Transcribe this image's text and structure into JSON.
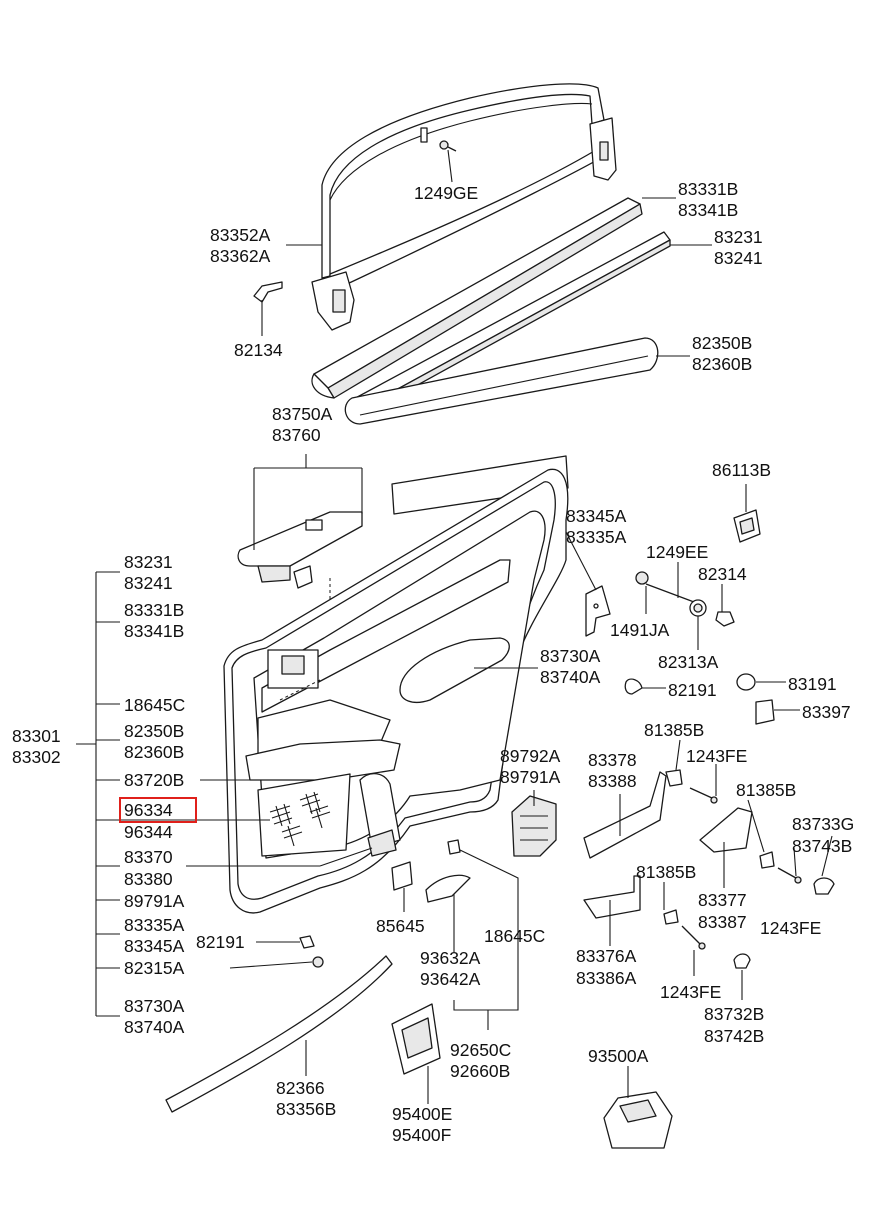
{
  "part_labels": [
    "1249GE",
    "83352A",
    "83362A",
    "83331B",
    "83341B",
    "83231",
    "83241",
    "82134",
    "82350B",
    "82360B",
    "83750A",
    "83760",
    "86113B",
    "83345A",
    "83335A",
    "1249EE",
    "82314",
    "1491JA",
    "82313A",
    "83730A",
    "83740A",
    "82191",
    "83191",
    "83397",
    "83231",
    "83241",
    "83331B",
    "83341B",
    "18645C",
    "82350B",
    "82360B",
    "83301",
    "83302",
    "83720B",
    "96334",
    "96344",
    "83370",
    "83380",
    "89791A",
    "83335A",
    "83345A",
    "82315A",
    "83730A",
    "83740A",
    "82191",
    "89792A",
    "89791A",
    "83378",
    "83388",
    "81385B",
    "1243FE",
    "81385B",
    "83733G",
    "83743B",
    "81385B",
    "83377",
    "83387",
    "1243FE",
    "85645",
    "18645C",
    "93632A",
    "93642A",
    "83376A",
    "83386A",
    "1243FE",
    "83732B",
    "83742B",
    "92650C",
    "92660B",
    "82366",
    "83356B",
    "93500A",
    "95400E",
    "95400F"
  ],
  "highlight": {
    "part_number": "96334",
    "color": "#e0201b"
  },
  "colors": {
    "line": "#1a1a1a",
    "background": "#ffffff",
    "highlight_box": "#e0201b"
  }
}
